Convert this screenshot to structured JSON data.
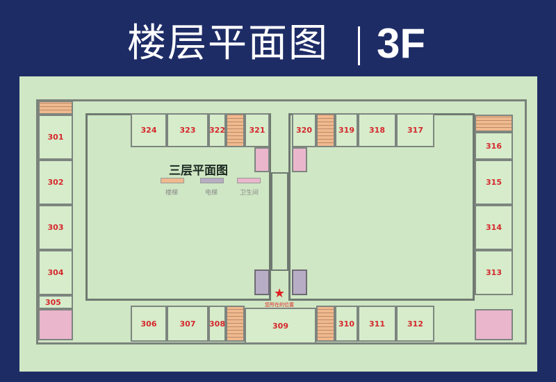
{
  "header": {
    "title": "楼层平面图",
    "floor": "3F"
  },
  "plan": {
    "title": "三层平面图",
    "you_are_here": "您所在的位置"
  },
  "legend": [
    {
      "label": "楼梯",
      "color": "#f0b98e"
    },
    {
      "label": "电梯",
      "color": "#b7adc4"
    },
    {
      "label": "卫生间",
      "color": "#eab6cc"
    }
  ],
  "rooms": {
    "r301": "301",
    "r302": "302",
    "r303": "303",
    "r304": "304",
    "r305": "305",
    "r306": "306",
    "r307": "307",
    "r308": "308",
    "r309": "309",
    "r310": "310",
    "r311": "311",
    "r312": "312",
    "r313": "313",
    "r314": "314",
    "r315": "315",
    "r316": "316",
    "r317": "317",
    "r318": "318",
    "r319": "319",
    "r320": "320",
    "r321": "321",
    "r322": "322",
    "r323": "323",
    "r324": "324"
  }
}
